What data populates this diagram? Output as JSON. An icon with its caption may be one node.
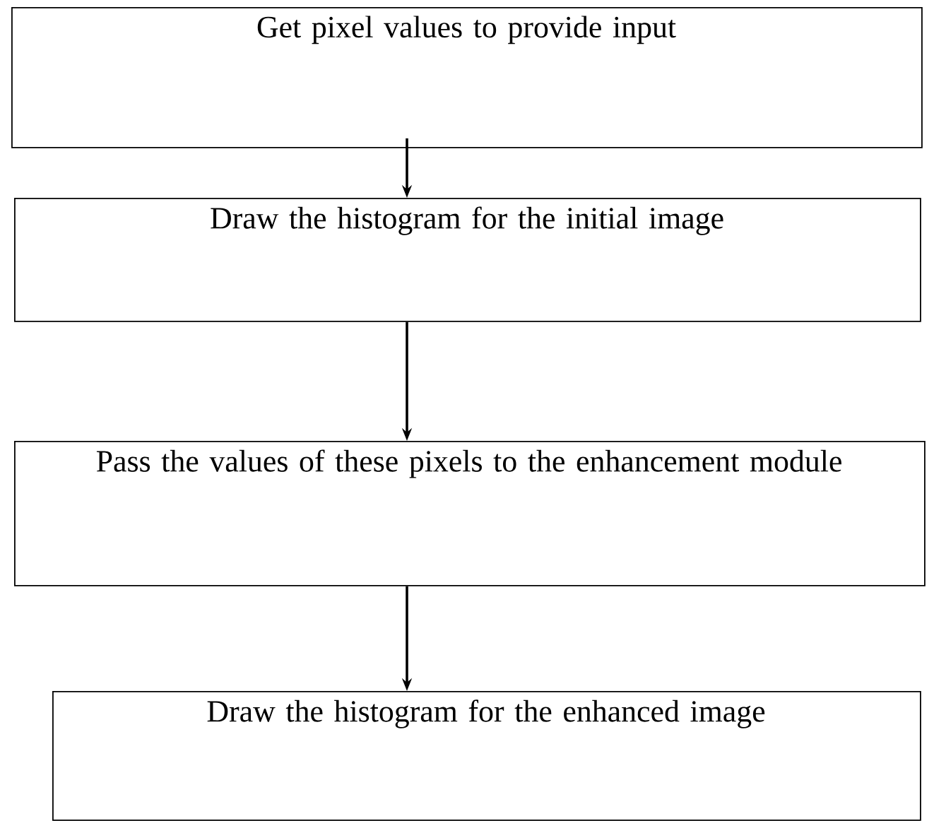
{
  "diagram": {
    "nodes": [
      {
        "text": [
          "Get pixel values to provide input"
        ]
      },
      {
        "text": [
          "Draw the histogram for the initial image"
        ]
      },
      {
        "text": [
          "Pass the values of these pixels to the enhancement module"
        ]
      },
      {
        "text": [
          "Draw the histogram for the enhanced image"
        ]
      }
    ],
    "edges": [
      {
        "from": 0,
        "to": 1,
        "arrow": "to"
      },
      {
        "from": 1,
        "to": 2,
        "arrow": "to"
      },
      {
        "from": 2,
        "to": 3,
        "arrow": "to"
      }
    ]
  }
}
